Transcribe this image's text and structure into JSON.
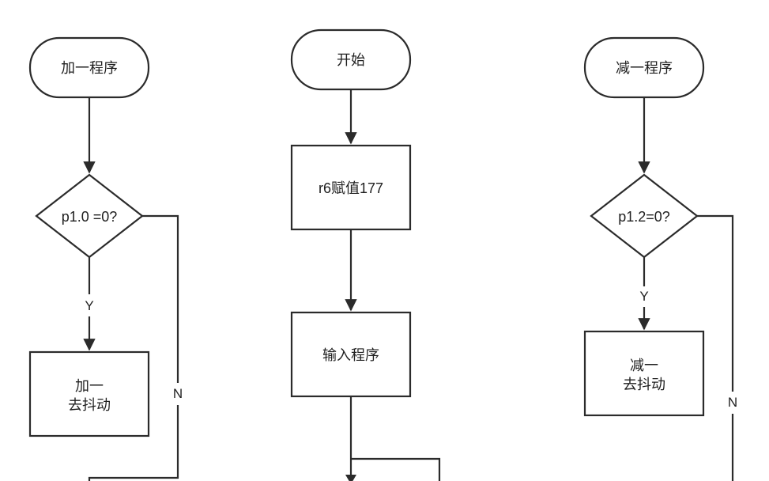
{
  "diagram": {
    "nodes": {
      "add_start": {
        "label": "加一程序"
      },
      "add_check": {
        "label": "p1.0 =0?"
      },
      "add_action": {
        "label_line1": "加一",
        "label_line2": "去抖动"
      },
      "main_start": {
        "label": "开始"
      },
      "main_assign": {
        "label": "r6赋值177"
      },
      "main_input": {
        "label": "输入程序"
      },
      "sub_start": {
        "label": "减一程序"
      },
      "sub_check": {
        "label": "p1.2=0?"
      },
      "sub_action": {
        "label_line1": "减一",
        "label_line2": "去抖动"
      }
    },
    "edges": {
      "add_yes": "Y",
      "add_no": "N",
      "sub_yes": "Y",
      "sub_no": "N"
    }
  },
  "colors": {
    "stroke": "#2b2b2b",
    "fill": "#ffffff",
    "text": "#1f1f1f"
  }
}
